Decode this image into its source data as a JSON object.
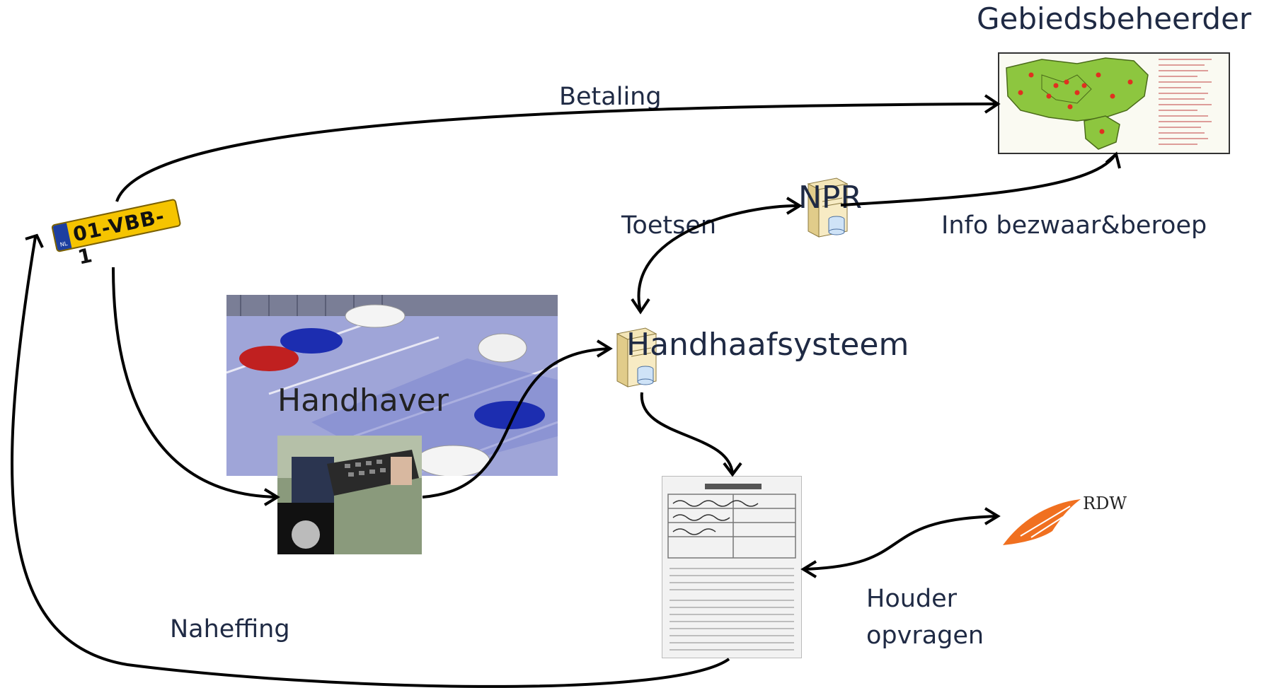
{
  "diagram": {
    "title": "Gebiedsbeheerder",
    "nodes": {
      "plate_text": "01-VBB-1",
      "plate_country": "NL",
      "npr": "NPR",
      "handhaafsysteem": "Handhaafsysteem",
      "handhaver": "Handhaver",
      "rdw": "RDW"
    },
    "edges": {
      "betaling": "Betaling",
      "toetsen": "Toetsen",
      "info": "Info bezwaar&beroep",
      "houder_line1": "Houder",
      "houder_line2": "opvragen",
      "naheffing": "Naheffing"
    },
    "colors": {
      "arrow": "#000000",
      "text": "#1f2a44",
      "map_green": "#8dc63f",
      "plate_yellow": "#f5c400",
      "rdw_orange": "#f07020",
      "parking_blue": "#9fa5d8"
    }
  }
}
